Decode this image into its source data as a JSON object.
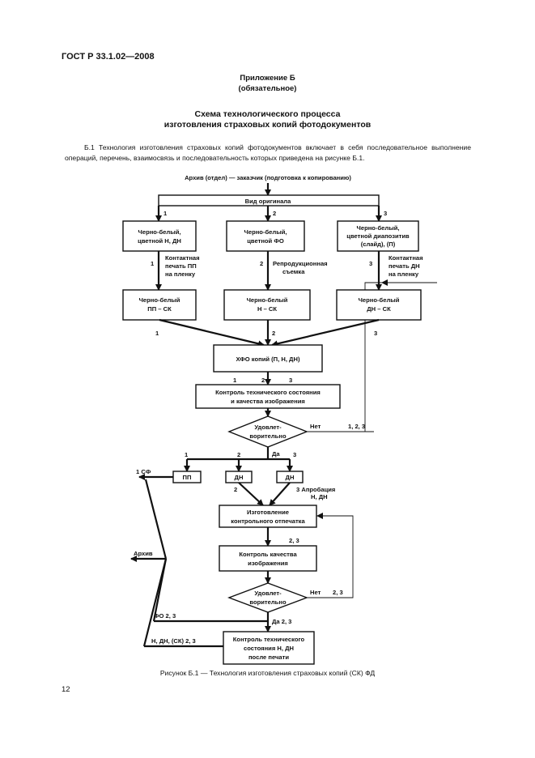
{
  "header": {
    "doc_id": "ГОСТ Р 33.1.02—2008"
  },
  "appendix": {
    "title": "Приложение Б",
    "status": "(обязательное)"
  },
  "section": {
    "title_line1": "Схема технологического процесса",
    "title_line2": "изготовления страховых копий фотодокументов"
  },
  "paragraph": "Б.1 Технология изготовления страховых копий фотодокументов включает в себя последовательное выполнение операций, перечень, взаимосвязь и последовательность которых приведена на рисунке Б.1.",
  "flowchart": {
    "top": "Архив (отдел) — заказчик (подготовка к копированию)",
    "original_type": "Вид оригинала",
    "orig_bw_color_n_dn": [
      "Черно-белый,",
      "цветной Н, ДН"
    ],
    "orig_bw_color_fo": [
      "Черно-белый,",
      "цветной ФО"
    ],
    "orig_slide": [
      "Черно-белый,",
      "цветной диапозитив",
      "(слайд), (П)"
    ],
    "op_contact_pp": [
      "Контактная",
      "печать ПП",
      "на пленку"
    ],
    "op_repro": [
      "Репродукционная",
      "съемка"
    ],
    "op_contact_dn": [
      "Контактная",
      "печать ДН",
      "на пленку"
    ],
    "sk_pp": [
      "Черно-белый",
      "ПП – СК"
    ],
    "sk_n": [
      "Черно-белый",
      "Н – СК"
    ],
    "sk_dn": [
      "Черно-белый",
      "ДН – СК"
    ],
    "hfo": "ХФО копий (П, Н, ДН)",
    "control_state": [
      "Контроль технического состояния",
      "и качества изображения"
    ],
    "satisfactory": [
      "Удовлет-",
      "ворительно"
    ],
    "no": "Нет",
    "yes": "Да",
    "loop_label_123": "1, 2, 3",
    "loop_label_23": "2, 3",
    "yes_23": "Да 2, 3",
    "pp": "ПП",
    "dn": "ДН",
    "sf1": "1 СФ",
    "approbation": [
      "3  Апробация",
      "Н, ДН"
    ],
    "control_print": [
      "Изготовление",
      "контрольного отпечатка"
    ],
    "quality_control": [
      "Контроль качества",
      "изображения"
    ],
    "archive": "Архив",
    "fo23": "ФО 2, 3",
    "final_control": [
      "Контроль технического",
      "состояния Н, ДН",
      "после печати"
    ],
    "n_dn_sk": "Н, ДН, (СК) 2, 3",
    "n1": "1",
    "n2": "2",
    "n3": "3",
    "n23": "2, 3"
  },
  "caption": "Рисунок Б.1 — Технология изготовления страховых копий (СК) ФД",
  "page_number": "12"
}
